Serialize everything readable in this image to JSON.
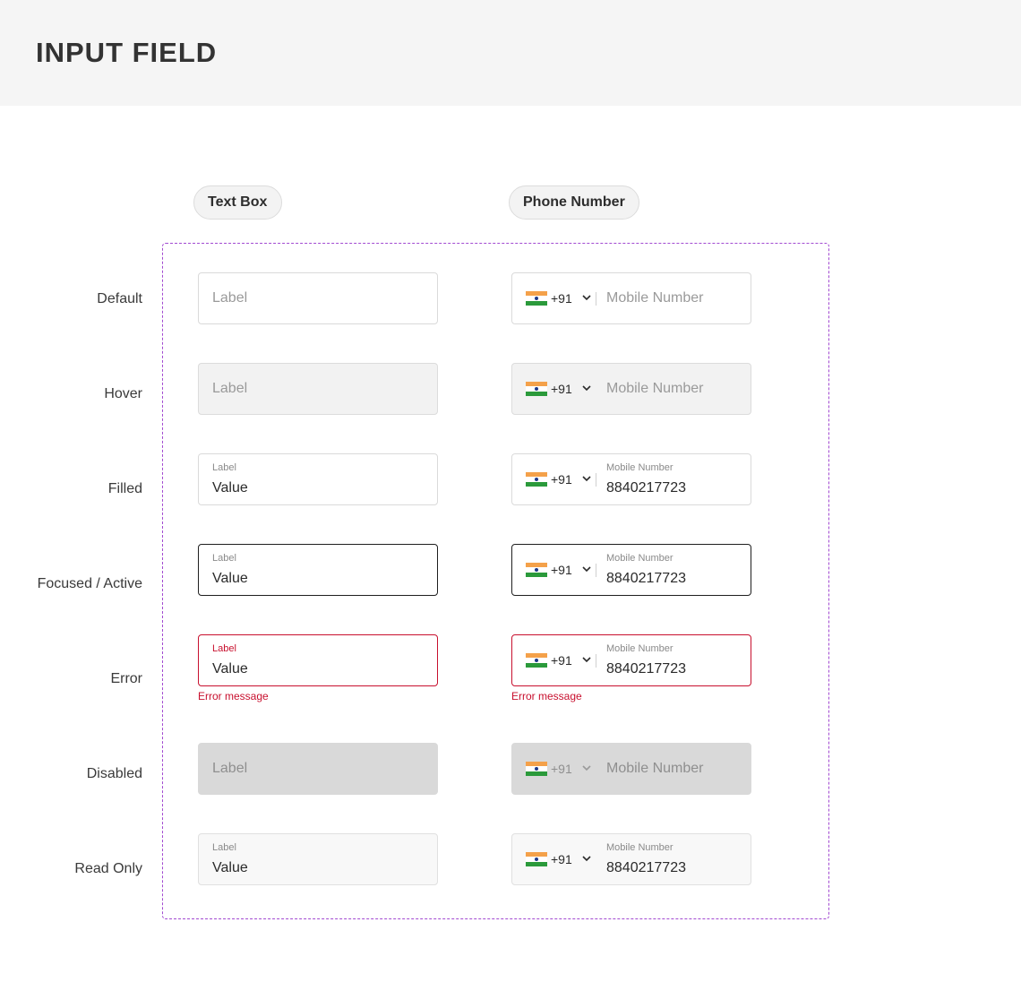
{
  "page": {
    "title": "INPUT FIELD"
  },
  "columns": {
    "text_box": "Text Box",
    "phone_number": "Phone Number"
  },
  "colors": {
    "accent_frame": "#a24ad1",
    "error": "#c8102e",
    "focus_border": "#1f1f1f"
  },
  "rows": [
    {
      "state": "Default",
      "text": {
        "placeholder": "Label"
      },
      "phone": {
        "country_code": "+91",
        "flag": "india-flag-icon",
        "placeholder": "Mobile Number"
      }
    },
    {
      "state": "Hover",
      "text": {
        "placeholder": "Label"
      },
      "phone": {
        "country_code": "+91",
        "flag": "india-flag-icon",
        "placeholder": "Mobile Number"
      }
    },
    {
      "state": "Filled",
      "text": {
        "label": "Label",
        "value": "Value"
      },
      "phone": {
        "country_code": "+91",
        "flag": "india-flag-icon",
        "label": "Mobile Number",
        "value": "8840217723"
      }
    },
    {
      "state": "Focused / Active",
      "text": {
        "label": "Label",
        "value": "Value"
      },
      "phone": {
        "country_code": "+91",
        "flag": "india-flag-icon",
        "label": "Mobile Number",
        "value": "8840217723"
      }
    },
    {
      "state": "Error",
      "text": {
        "label": "Label",
        "value": "Value",
        "error_message": "Error message"
      },
      "phone": {
        "country_code": "+91",
        "flag": "india-flag-icon",
        "label": "Mobile Number",
        "value": "8840217723",
        "error_message": "Error message"
      }
    },
    {
      "state": "Disabled",
      "text": {
        "placeholder": "Label"
      },
      "phone": {
        "country_code": "+91",
        "flag": "india-flag-icon",
        "placeholder": "Mobile Number"
      }
    },
    {
      "state": "Read Only",
      "text": {
        "label": "Label",
        "value": "Value"
      },
      "phone": {
        "country_code": "+91",
        "flag": "india-flag-icon",
        "label": "Mobile Number",
        "value": "8840217723"
      }
    }
  ]
}
